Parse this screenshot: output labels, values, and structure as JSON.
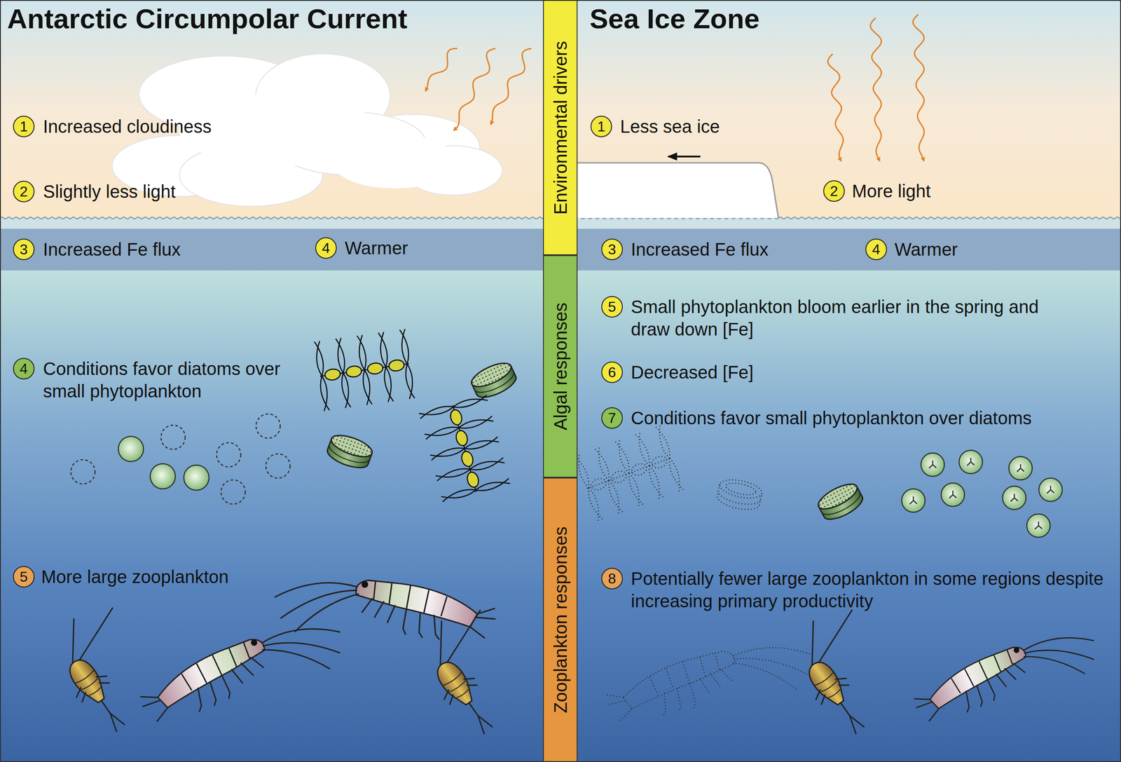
{
  "diagram": {
    "nodes": [
      {
        "text": [
          "Environmental drivers"
        ]
      },
      {
        "text": [
          "Algal responses"
        ]
      },
      {
        "text": [
          "Zooplankton responses"
        ]
      }
    ],
    "labels": [
      "Antarctic Circumpolar Current",
      "Sea Ice Zone",
      "1",
      "Increased cloudiness",
      "2",
      "Slightly less light",
      "3",
      "Increased Fe flux",
      "4",
      "Warmer",
      "4",
      "Conditions favor diatoms over small phytoplankton",
      "5",
      "More large zooplankton",
      "1",
      "Less sea ice",
      "2",
      "More light",
      "3",
      "Increased Fe flux",
      "4",
      "Warmer",
      "5",
      "Small phytoplankton bloom earlier in the spring and draw down [Fe]",
      "6",
      "Decreased [Fe]",
      "7",
      "Conditions favor small phytoplankton over diatoms",
      "8",
      "Potentially fewer large zooplankton in some regions despite increasing primary productivity"
    ]
  }
}
